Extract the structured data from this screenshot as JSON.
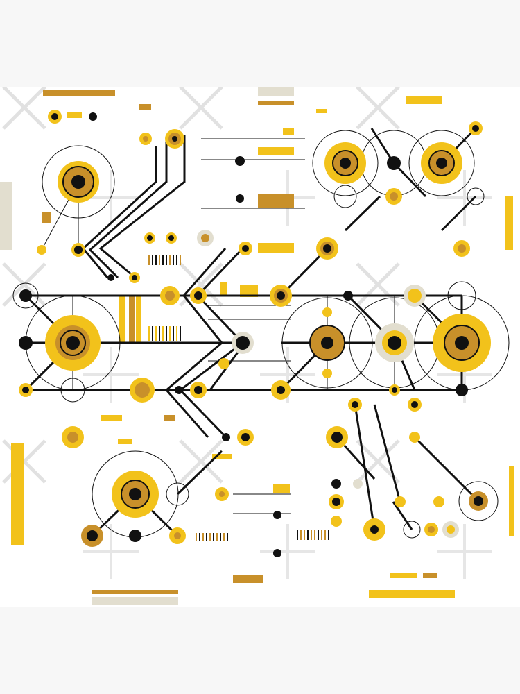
{
  "artwork": {
    "colors": {
      "background": "#f7f7f7",
      "canvas": "#ffffff",
      "yellow": "#f2c21b",
      "ochre": "#c8902a",
      "black": "#111111",
      "beige": "#e2decf",
      "watermark": "#c8c8c8"
    },
    "motifs": [
      "concentric-circles",
      "chevron-lines",
      "dot-nodes",
      "bar-code-marks"
    ],
    "watermark_icon": "x-mark-watermark"
  }
}
